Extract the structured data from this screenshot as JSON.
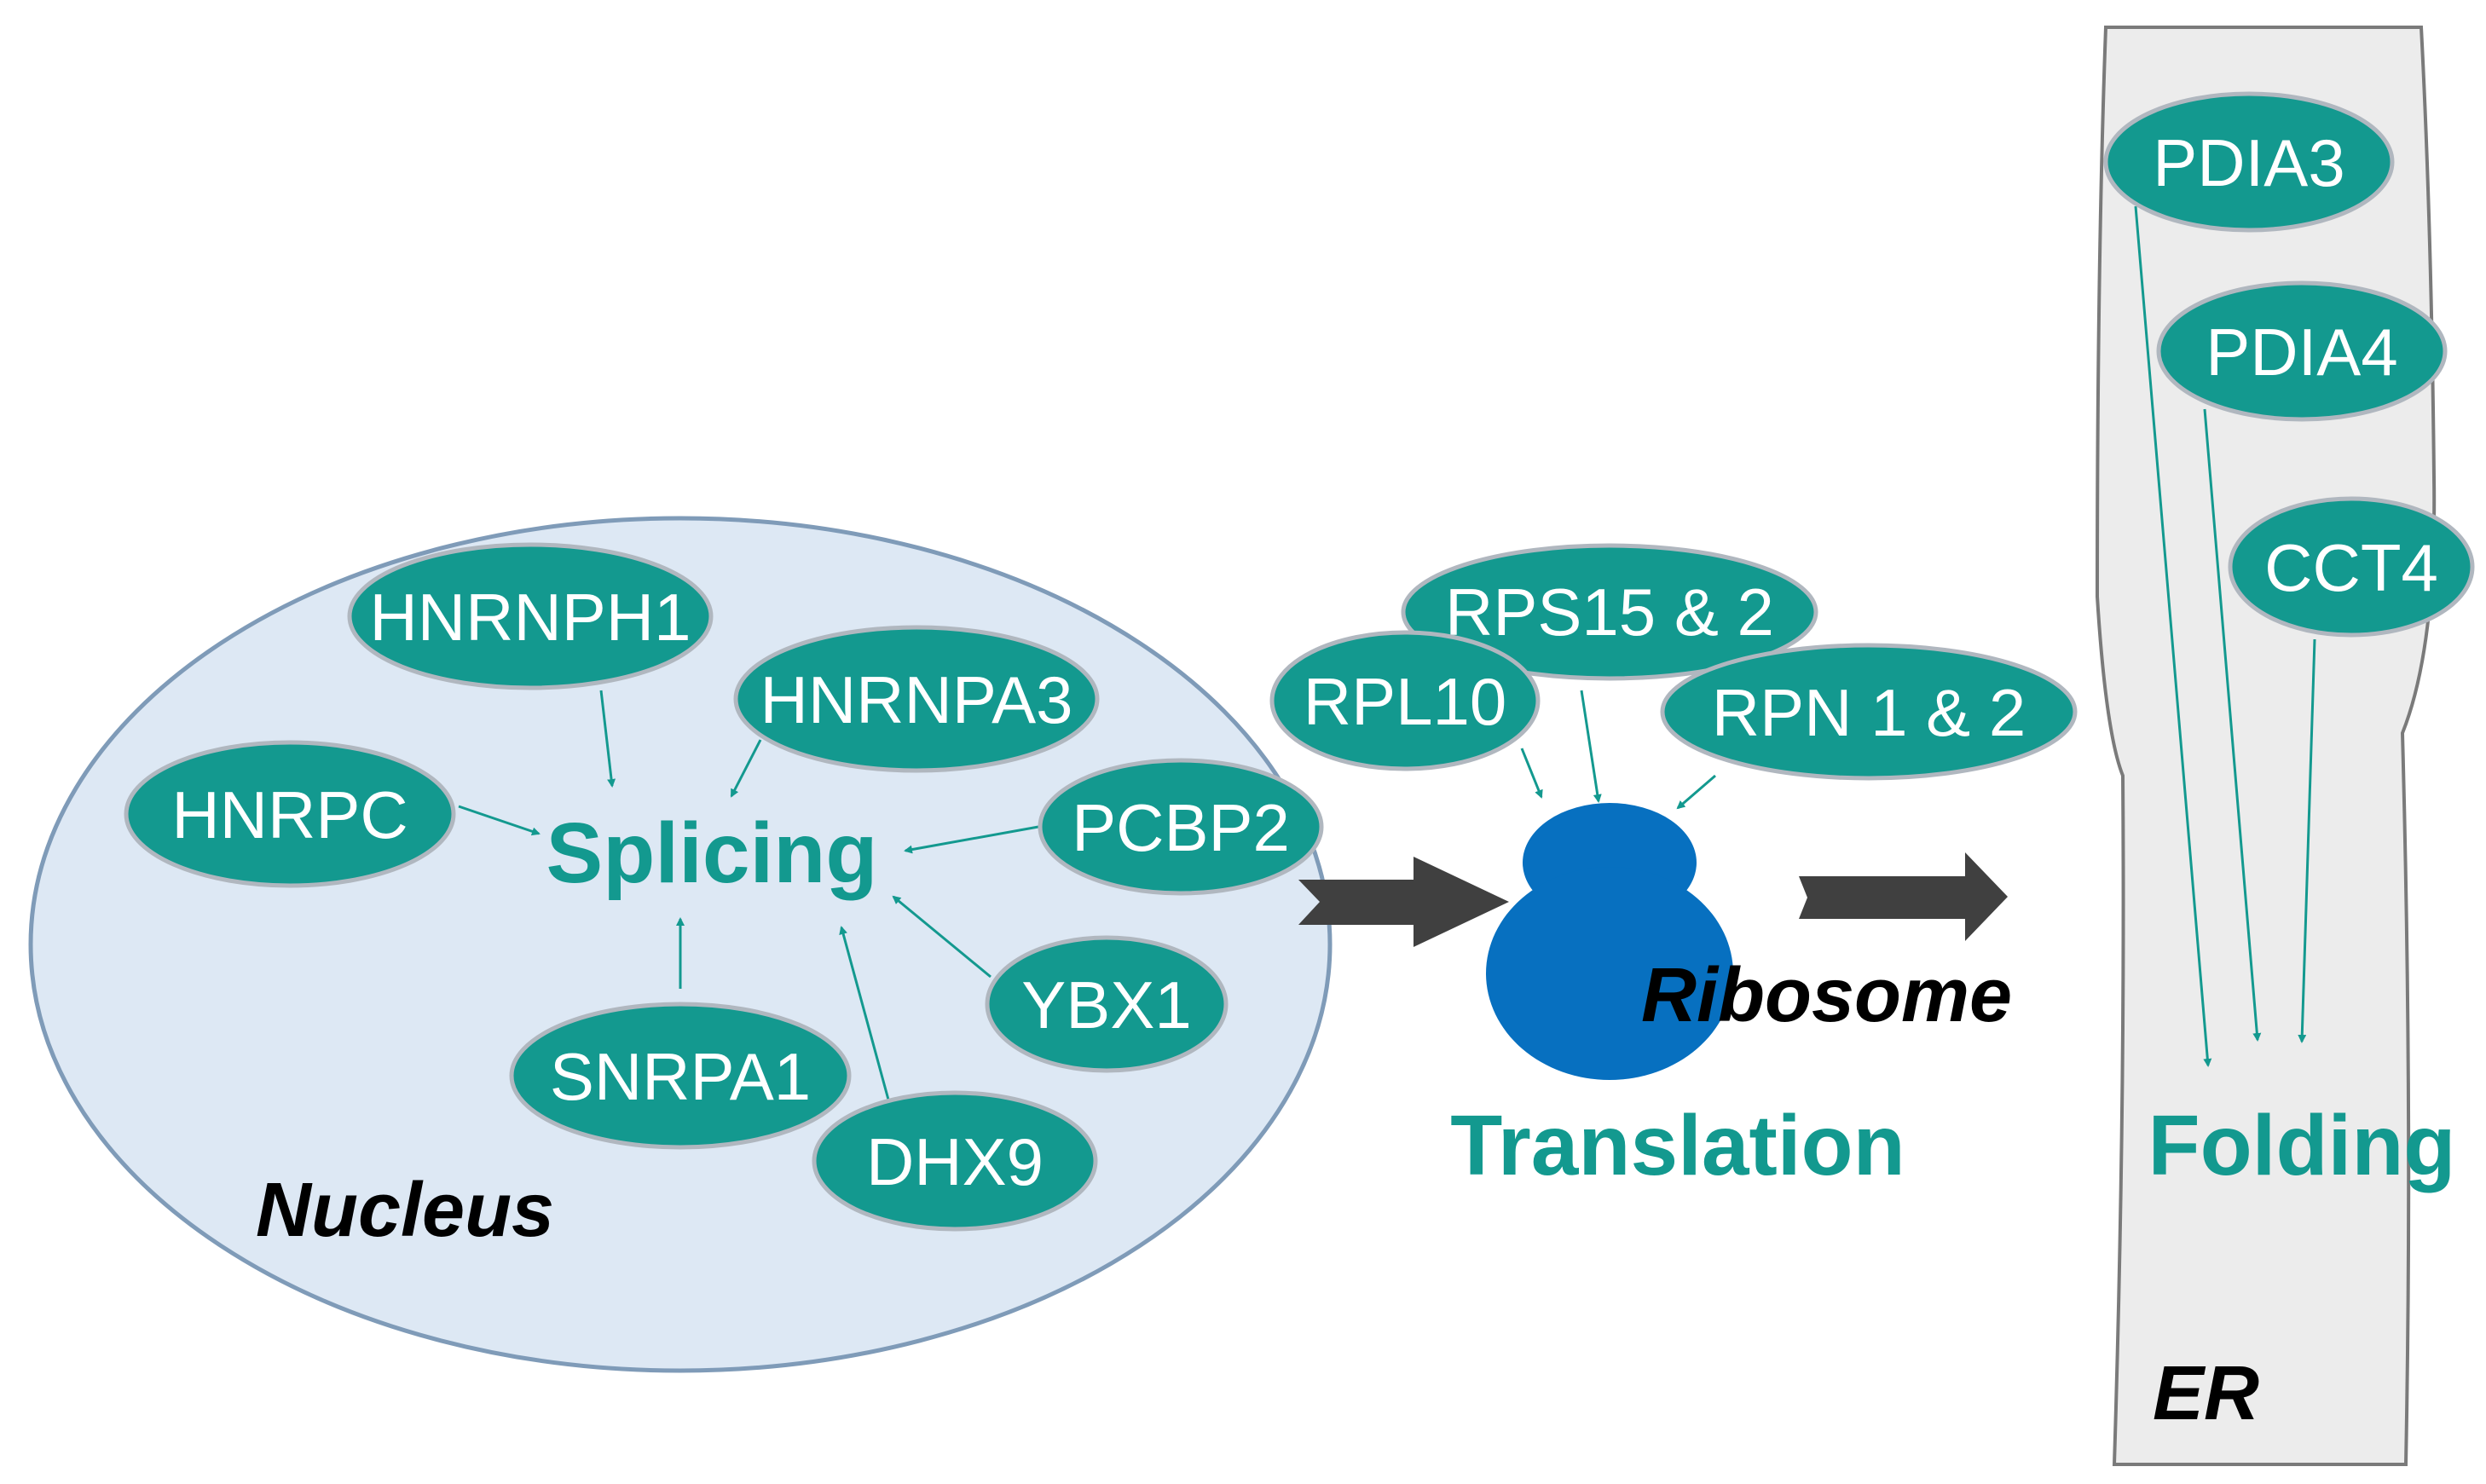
{
  "colors": {
    "teal": "#13998f",
    "teal_stroke": "#b0b7bf",
    "nucleus_fill": "#dde8f4",
    "nucleus_stroke": "#7f9bb8",
    "er_fill": "#ececec",
    "er_stroke": "#7a7a7a",
    "ribosome": "#0770c0",
    "flow_arrow": "#404040"
  },
  "compartments": {
    "nucleus": "Nucleus",
    "ribosome": "Ribosome",
    "er": "ER"
  },
  "processes": {
    "splicing": "Splicing",
    "translation": "Translation",
    "folding": "Folding"
  },
  "proteins": {
    "hnrnph1": "HNRNPH1",
    "hnrnpa3": "HNRNPA3",
    "hnrpc": "HNRPC",
    "pcbp2": "PCBP2",
    "ybx1": "YBX1",
    "snrpa1": "SNRPA1",
    "dhx9": "DHX9",
    "rps15": "RPS15 & 2",
    "rpl10": "RPL10",
    "rpn": "RPN 1 & 2",
    "pdia3": "PDIA3",
    "pdia4": "PDIA4",
    "cct4": "CCT4"
  }
}
